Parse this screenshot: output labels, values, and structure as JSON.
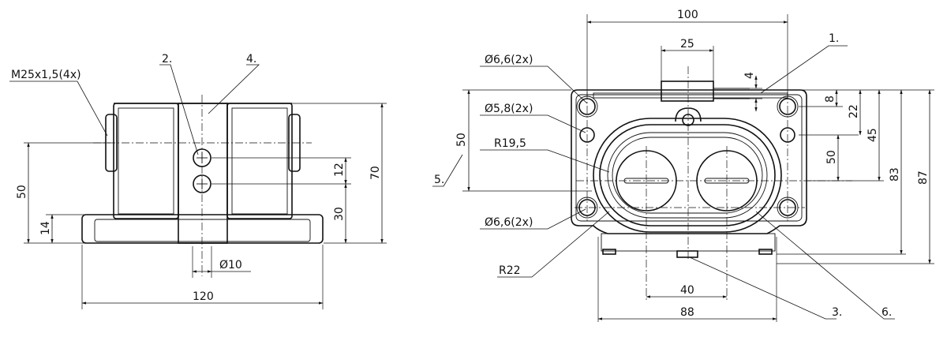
{
  "labels": {
    "thread": "M25x1,5(4x)",
    "item2": "2.",
    "item4": "4.",
    "dia10": "Ø10",
    "w120": "120",
    "h50": "50",
    "h14": "14",
    "h12": "12",
    "h30": "30",
    "h70": "70",
    "w100": "100",
    "w25": "25",
    "item1": "1.",
    "dia66a": "Ø6,6(2x)",
    "dia58": "Ø5,8(2x)",
    "r195": "R19,5",
    "h50b": "50",
    "item5": "5.",
    "dia66b": "Ø6,6(2x)",
    "r22": "R22",
    "d4": "4",
    "d8": "8",
    "d22": "22",
    "d45": "45",
    "d50c": "50",
    "d83": "83",
    "d87": "87",
    "w40": "40",
    "w88": "88",
    "item3": "3.",
    "item6": "6."
  }
}
